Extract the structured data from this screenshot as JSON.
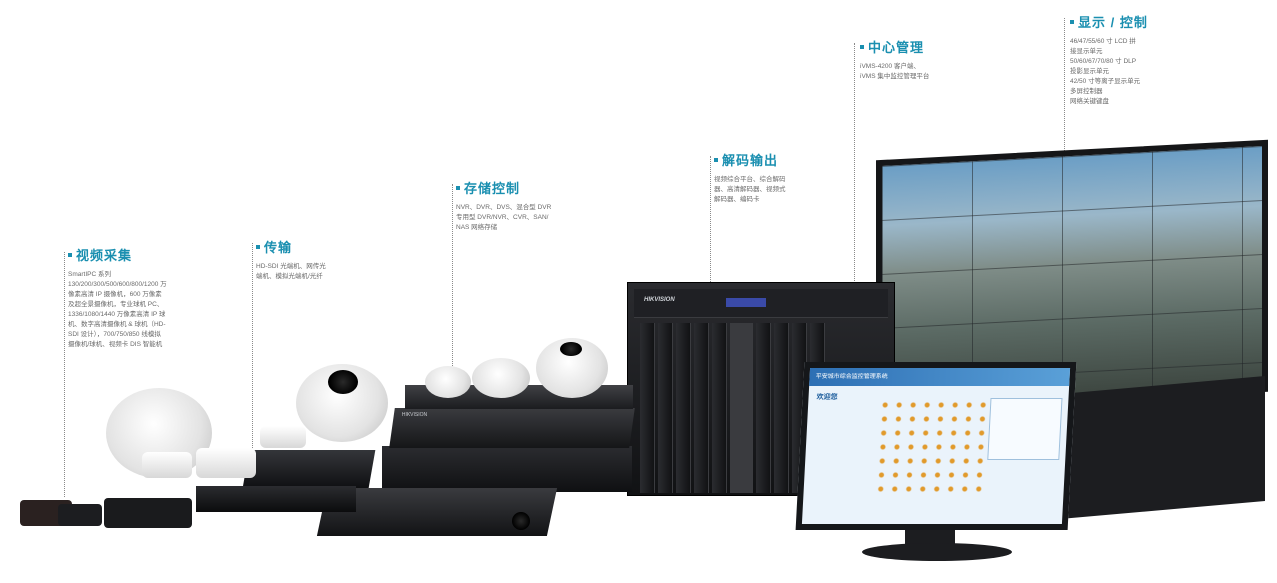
{
  "sections": [
    {
      "title": "视频采集",
      "desc": [
        "SmartIPC 系列",
        "130/200/300/500/600/800/1200 万",
        "像素高清 IP 摄像机，600 万像素",
        "及超全景摄像机，专业球机 PC、",
        "1336/1080/1440 万像素高清 IP 球",
        "机、数字高清摄像机 & 球机（HD-",
        "SDI 设计），700/750/850 线模拟",
        "摄像机/球机、视频卡 DIS 智能机"
      ]
    },
    {
      "title": "传输",
      "desc": [
        "HD-SDI 光端机、网传光",
        "端机、模拟光端机/光纤"
      ]
    },
    {
      "title": "存储控制",
      "desc": [
        "NVR、DVR、DVS、混合型 DVR",
        "专用型 DVR/NVR、CVR、SAN/",
        "NAS 网络存储"
      ]
    },
    {
      "title": "解码输出",
      "desc": [
        "视频综合平台、综合解码",
        "器、高清解码器、视频式",
        "解码器、编码卡"
      ]
    },
    {
      "title": "中心管理",
      "desc": [
        "iVMS-4200 客户端、",
        "iVMS 集中监控管理平台"
      ]
    },
    {
      "title": "显示 / 控制",
      "desc": [
        "46/47/55/60 寸 LCD 拼",
        "接显示单元",
        "50/60/67/70/80 寸 DLP",
        "投影显示单元",
        "42/50 寸等离子显示单元",
        "多屏控制器",
        "网络关键键盘"
      ]
    }
  ],
  "monitor": {
    "app_title": "平安城市综合监控管理系统",
    "welcome": "欢迎您"
  },
  "devices": {
    "rack_brand": "HIKVISION",
    "dvr_brand": "HIKVISION"
  }
}
